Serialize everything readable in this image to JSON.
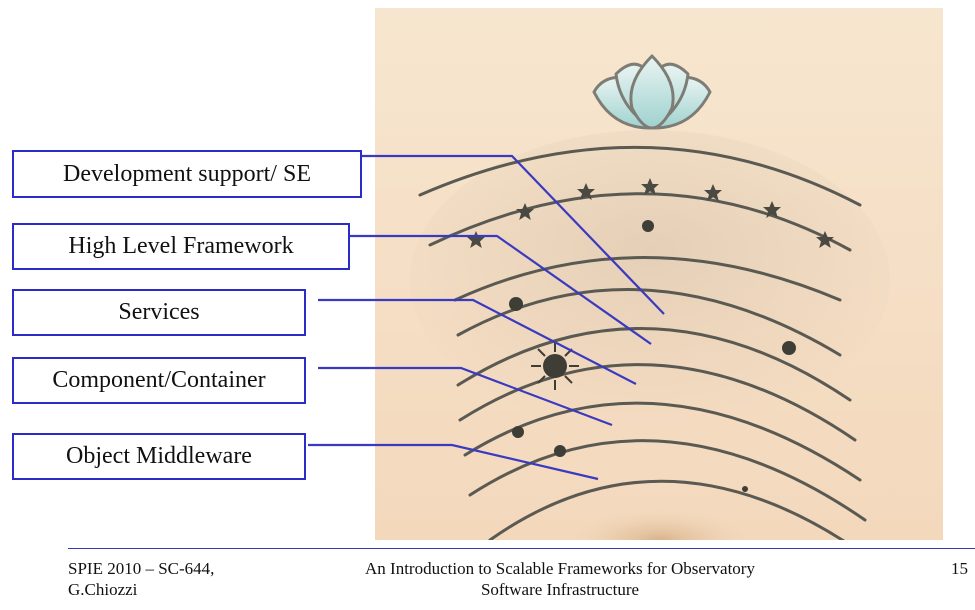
{
  "layers": [
    {
      "id": "dev-support",
      "label": "Development support/ SE"
    },
    {
      "id": "high-level-framework",
      "label": "High Level Framework"
    },
    {
      "id": "services",
      "label": "Services"
    },
    {
      "id": "component-container",
      "label": "Component/Container"
    },
    {
      "id": "object-middleware",
      "label": "Object Middleware"
    }
  ],
  "footer": {
    "left_line1": "SPIE 2010 – SC-644,",
    "left_line2": "G.Chiozzi",
    "center_line1": "An Introduction to Scalable Frameworks for Observatory",
    "center_line2": "Software Infrastructure",
    "page_number": "15"
  },
  "colors": {
    "label_border": "#2b2bc8",
    "pointer_line": "#3a3ac0",
    "parchment": "#f4dcc0",
    "orbit": "#5a5a52"
  },
  "icons": [
    "lotus-icon",
    "star-icon",
    "planet-icon",
    "sun-icon"
  ]
}
